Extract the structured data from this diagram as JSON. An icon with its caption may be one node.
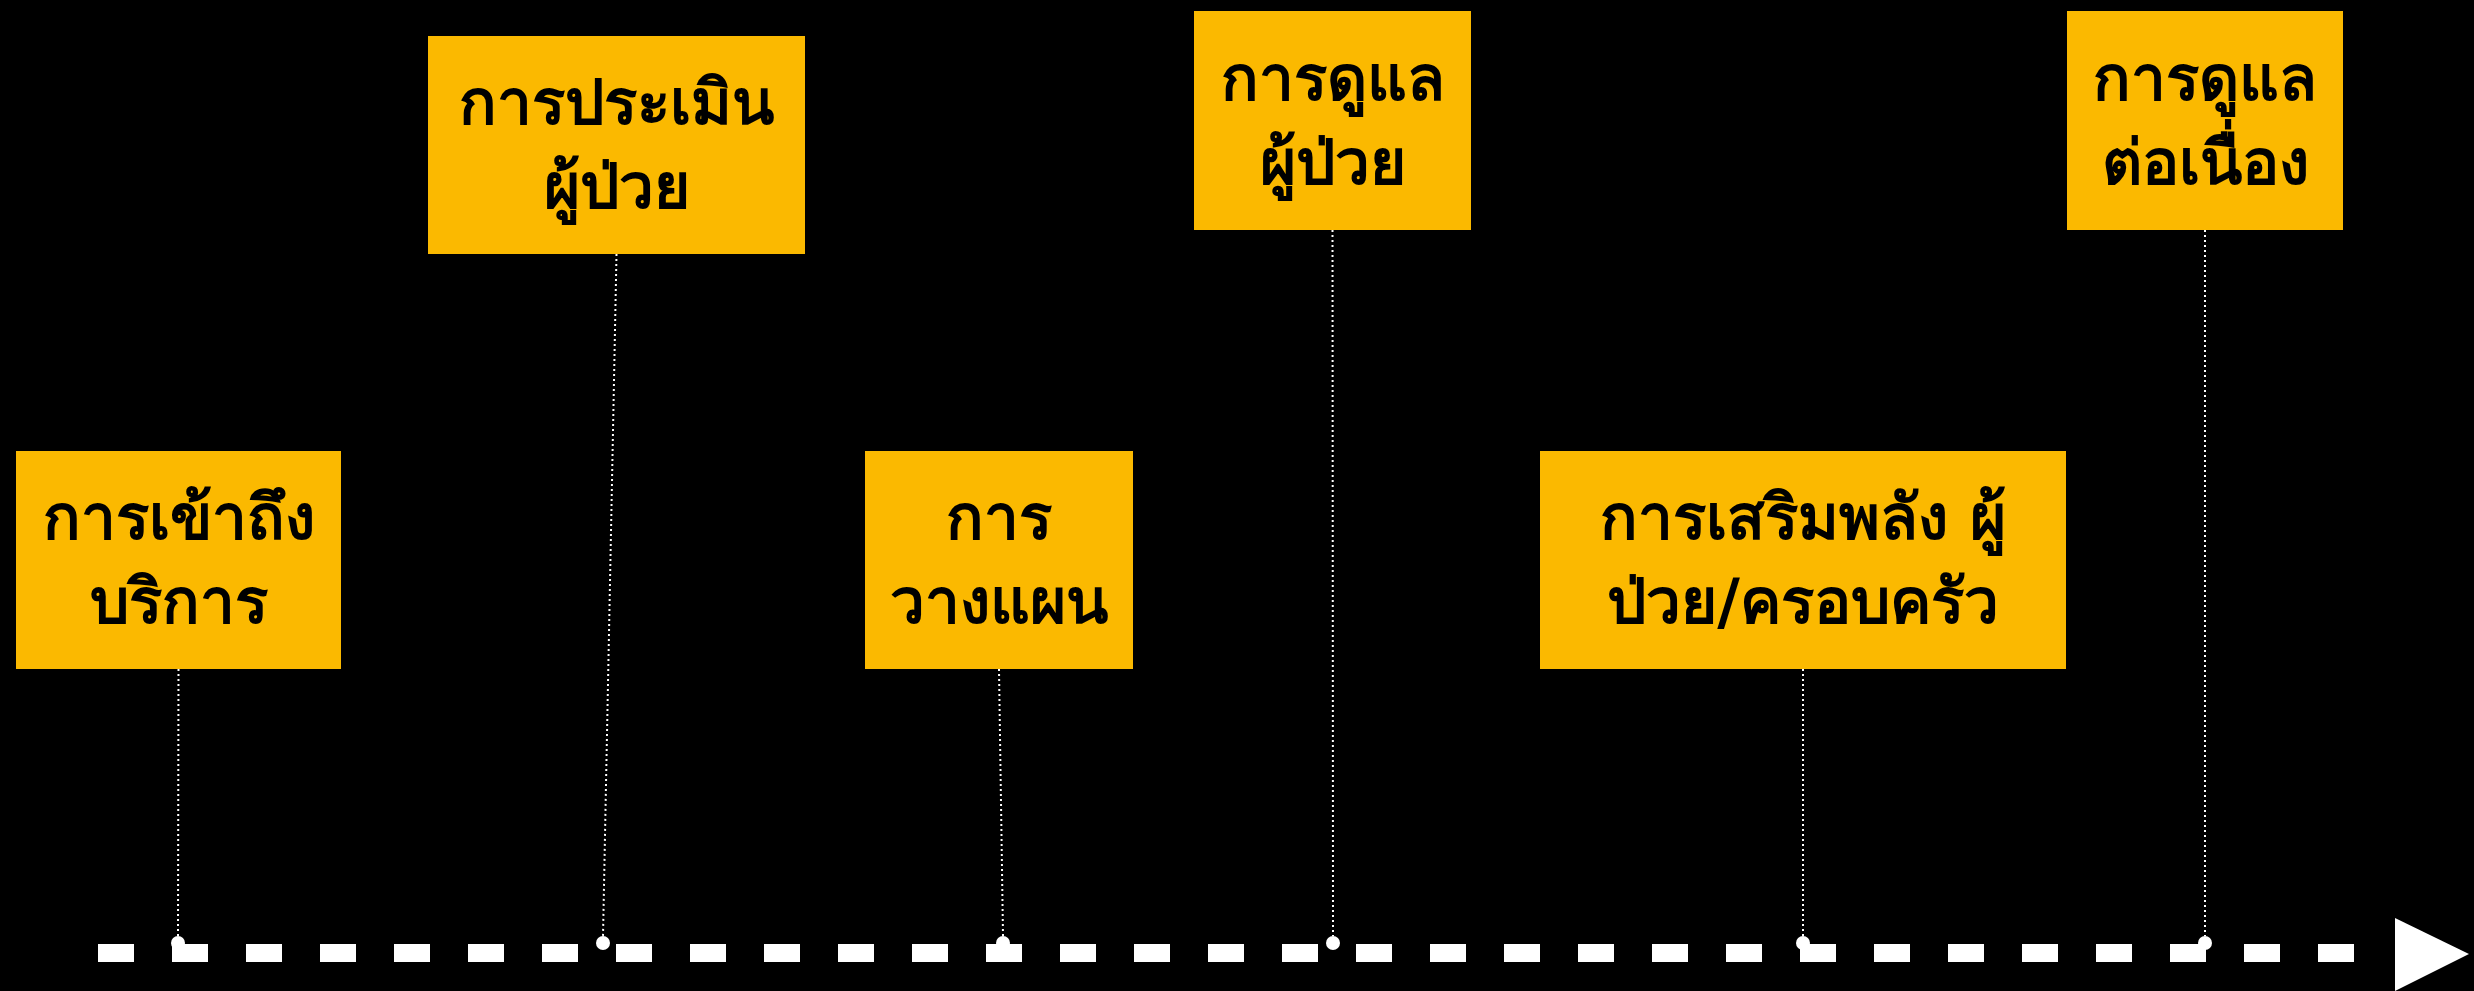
{
  "diagram": {
    "nodes": [
      {
        "text": [
          "การเข้าถึง บริการ"
        ]
      },
      {
        "text": [
          "การประเมิน ผู้ป่วย"
        ]
      },
      {
        "text": [
          "การ วางแผน"
        ]
      },
      {
        "text": [
          "การดูแล ผู้ป่วย"
        ]
      },
      {
        "text": [
          "การเสริมพลัง ผู้ป่วย/ครอบครัว"
        ]
      },
      {
        "text": [
          "การดูแล ต่อเนื่อง"
        ]
      },
      {
        "text": [],
        "shape": "circle"
      },
      {
        "text": [],
        "shape": "circle"
      },
      {
        "text": [],
        "shape": "circle"
      },
      {
        "text": [],
        "shape": "circle"
      },
      {
        "text": [],
        "shape": "circle"
      },
      {
        "text": [],
        "shape": "circle"
      }
    ],
    "edges": [
      {
        "from": 0,
        "to": 6,
        "arrow": "none",
        "style": "dashed"
      },
      {
        "from": 1,
        "to": 7,
        "arrow": "none",
        "style": "dashed"
      },
      {
        "from": 2,
        "to": 8,
        "arrow": "none",
        "style": "dashed"
      },
      {
        "from": 3,
        "to": 9,
        "arrow": "none",
        "style": "dashed"
      },
      {
        "from": 4,
        "to": 10,
        "arrow": "none",
        "style": "dashed"
      },
      {
        "from": 5,
        "to": 11,
        "arrow": "none",
        "style": "dashed"
      }
    ]
  }
}
